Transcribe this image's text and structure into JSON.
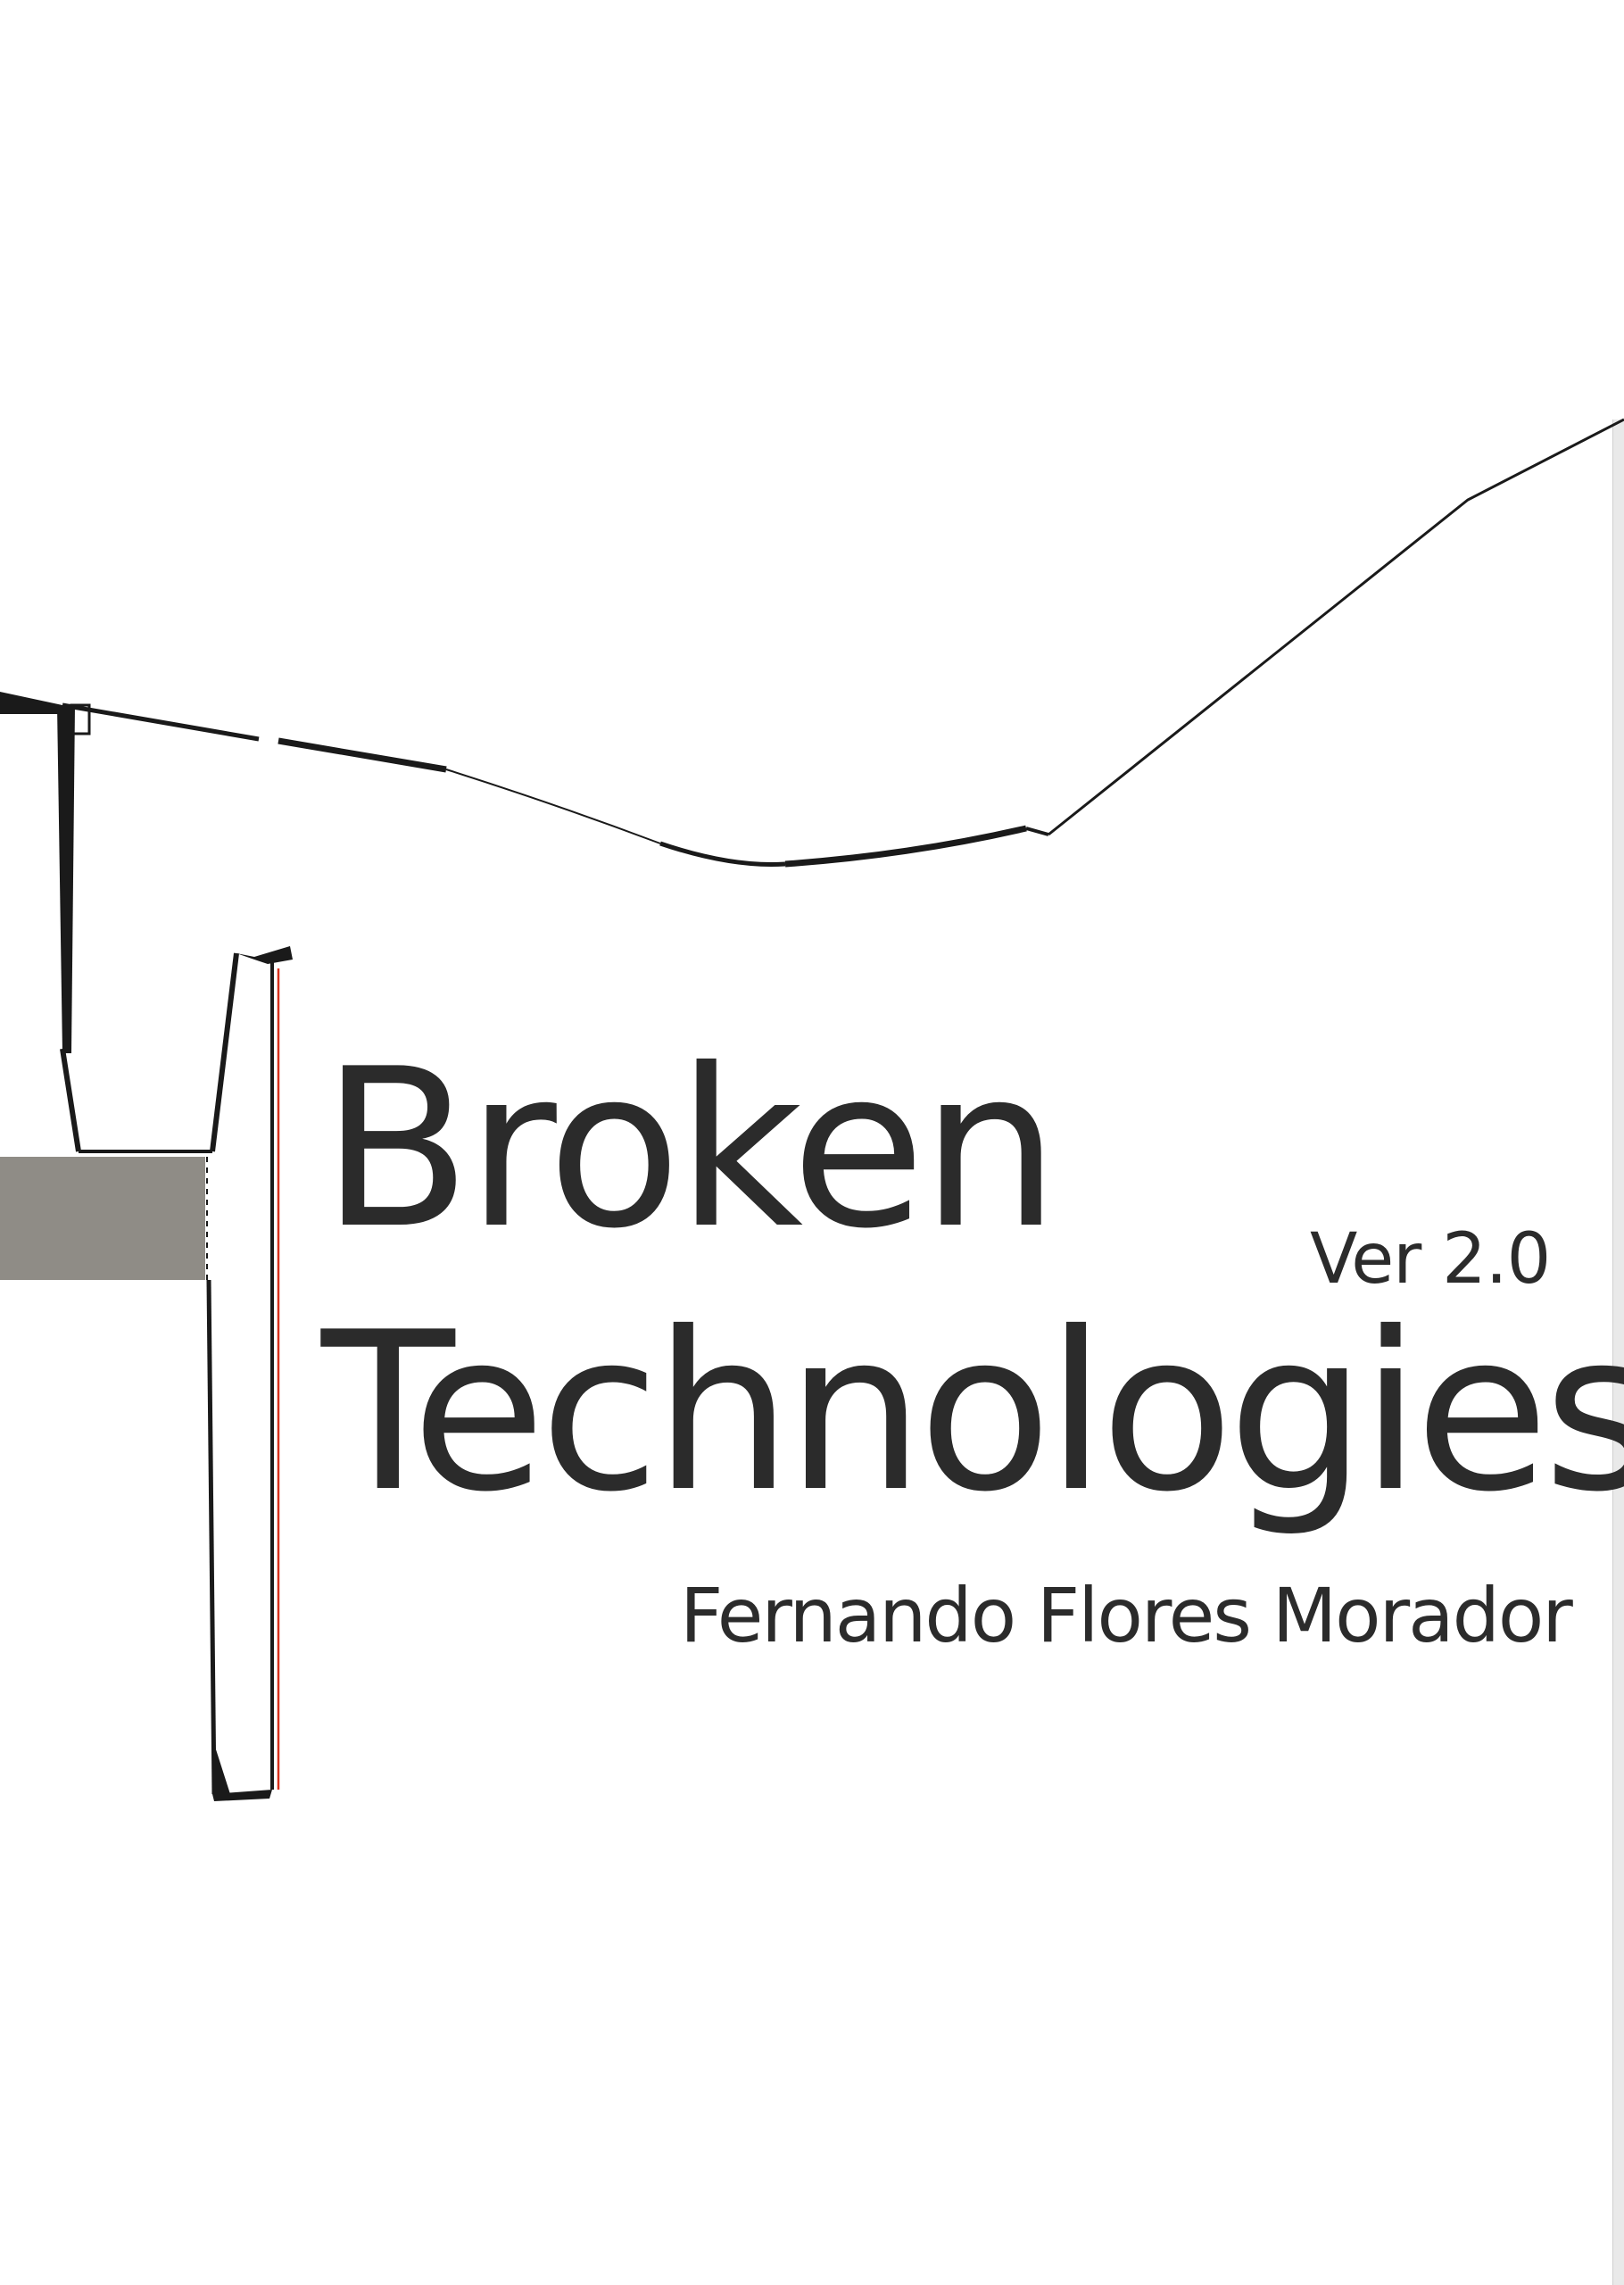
{
  "cover": {
    "title_line_1": "Broken",
    "title_line_2": "Technologies",
    "version": "Ver 2.0",
    "author": "Fernando Flores Morador",
    "colors": {
      "text": "#2b2b2b",
      "line_art": "#1a1a1a",
      "grey_band": "#8f8c86",
      "red_accent": "#d8301c"
    }
  }
}
